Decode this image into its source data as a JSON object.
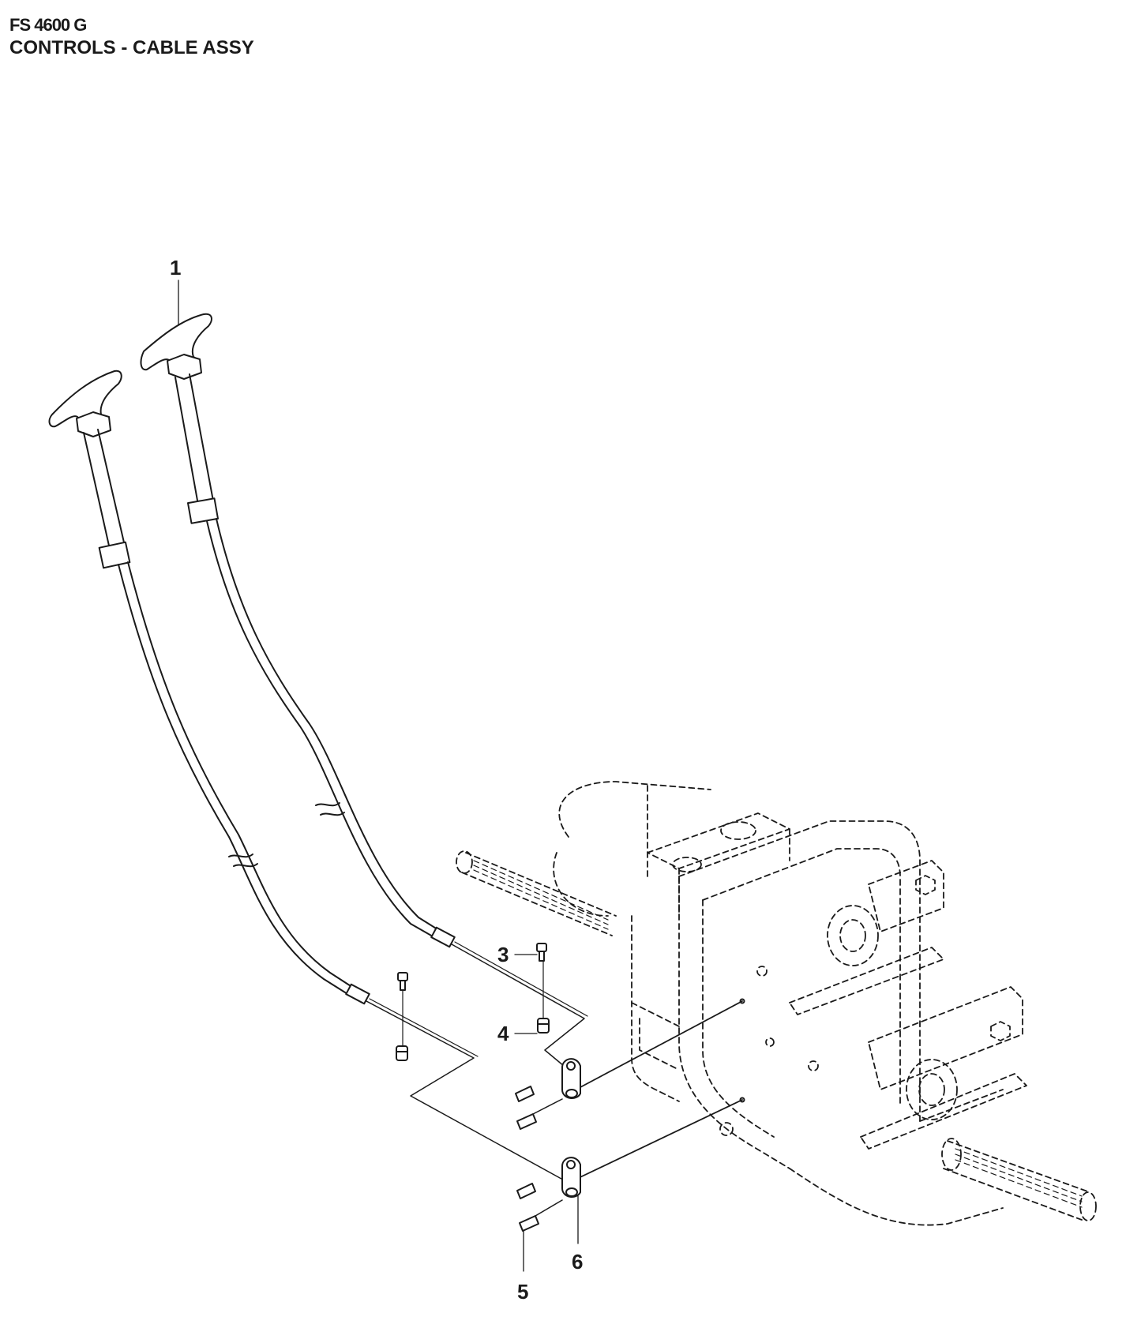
{
  "header": {
    "model": "FS 4600 G",
    "title": "CONTROLS - CABLE ASSY"
  },
  "callouts": [
    {
      "number": "1",
      "part": "cable-with-t-handle"
    },
    {
      "number": "3",
      "part": "screw"
    },
    {
      "number": "4",
      "part": "nut"
    },
    {
      "number": "5",
      "part": "screw"
    },
    {
      "number": "6",
      "part": "cable-clamp"
    }
  ],
  "colors": {
    "line": "#1a1a1a",
    "fill": "#ffffff"
  }
}
